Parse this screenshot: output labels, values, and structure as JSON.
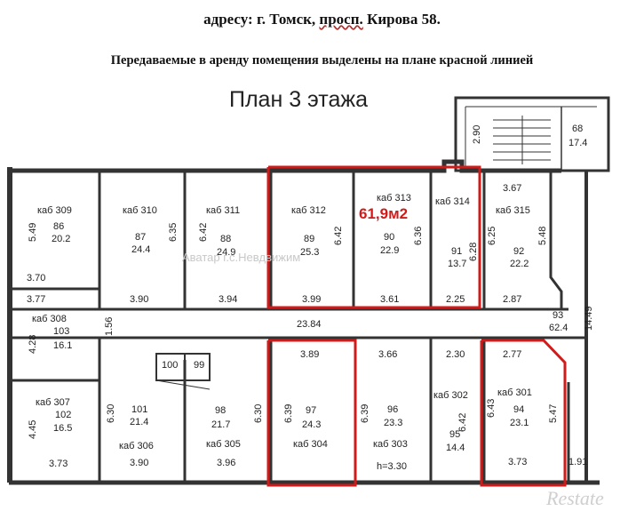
{
  "header": {
    "address_prefix": "адресу: г. Томск,",
    "address_underlined": "просп.",
    "address_suffix": "Кирова 58.",
    "note": "Передаваемые в аренду помещения выделены на плане красной линией"
  },
  "plan": {
    "title": "План 3 этажа",
    "highlight_area": "61,9м2",
    "highlight_color": "#d21a1a",
    "watermark": "Аватар г.с.Невдвижим",
    "logo": "Restate"
  },
  "rooms": [
    {
      "label": "каб 309",
      "num": "86",
      "area": "20.2"
    },
    {
      "label": "каб 310",
      "num": "87",
      "area": "24.4"
    },
    {
      "label": "каб 311",
      "num": "88",
      "area": "24.9"
    },
    {
      "label": "каб 312",
      "num": "89",
      "area": "25.3"
    },
    {
      "label": "каб 313",
      "num": "90",
      "area": "22.9"
    },
    {
      "label": "каб 314",
      "num": "91",
      "area": "13.7"
    },
    {
      "label": "каб 315",
      "num": "92",
      "area": "22.2"
    },
    {
      "label": "каб 308",
      "num": "103",
      "area": "16.1"
    },
    {
      "label": "",
      "num": "93",
      "area": "62.4"
    },
    {
      "label": "",
      "num": "68",
      "area": "17.4"
    },
    {
      "label": "каб 307",
      "num": "102",
      "area": "16.5"
    },
    {
      "label": "каб 306",
      "num": "101",
      "area": "21.4"
    },
    {
      "label": "каб 305",
      "num": "98",
      "area": "21.7"
    },
    {
      "label": "каб 304",
      "num": "97",
      "area": "24.3"
    },
    {
      "label": "каб 303",
      "num": "96",
      "area": "23.3"
    },
    {
      "label": "каб 302",
      "num": "95",
      "area": "14.4"
    },
    {
      "label": "каб 301",
      "num": "94",
      "area": "23.1"
    },
    {
      "label": "",
      "num": "100",
      "area": ""
    },
    {
      "label": "",
      "num": "99",
      "area": ""
    }
  ],
  "dimensions": {
    "d549": "5.49",
    "d635": "6.35",
    "d642a": "6.42",
    "d642b": "6.42",
    "d636": "6.36",
    "d628": "6.28",
    "d625": "6.25",
    "d548": "5.48",
    "d367": "3.67",
    "d290": "2.90",
    "d370": "3.70",
    "d377": "3.77",
    "d390a": "3.90",
    "d394": "3.94",
    "d399": "3.99",
    "d361": "3.61",
    "d225": "2.25",
    "d287": "2.87",
    "d428": "4.28",
    "d156": "1.56",
    "d2384": "23.84",
    "d1449": "14.49",
    "d389": "3.89",
    "d366": "3.66",
    "d230": "2.30",
    "d277": "2.77",
    "d445": "4.45",
    "d630a": "6.30",
    "d630b": "6.30",
    "d639a": "6.39",
    "d639b": "6.39",
    "d642c": "6.42",
    "d643": "6.43",
    "d547": "5.47",
    "d373a": "3.73",
    "d390b": "3.90",
    "d396": "3.96",
    "dh330": "h=3.30",
    "d373b": "3.73",
    "d191": "1.91"
  }
}
